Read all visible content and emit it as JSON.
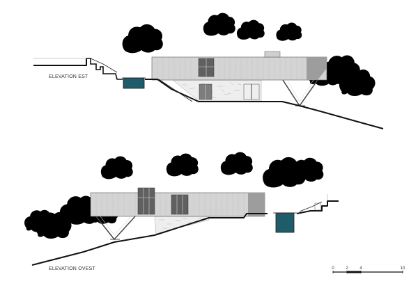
{
  "labels": {
    "elevation_east": "ELEVATION EST",
    "elevation_west": "ELEVATION OVEST"
  },
  "scale_bar": {
    "ticks": [
      "0",
      "2",
      "4",
      "10"
    ]
  },
  "colors": {
    "pool_water": "#1f5c6a",
    "facade": "#d4d4d4",
    "glazing": "#606060",
    "ground_line": "#111111",
    "trees": "#b9b9b9"
  }
}
